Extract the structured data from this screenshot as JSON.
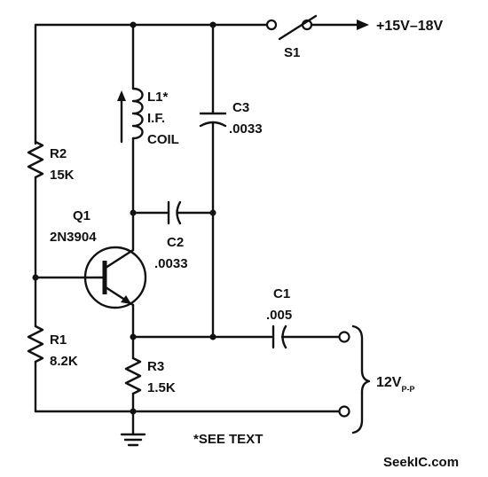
{
  "labels": {
    "supply": "+15V–18V",
    "s1": "S1",
    "l1_name": "L1*",
    "l1_type1": "I.F.",
    "l1_type2": "COIL",
    "c3_name": "C3",
    "c3_value": ".0033",
    "r2_name": "R2",
    "r2_value": "15K",
    "q1_name": "Q1",
    "q1_part": "2N3904",
    "c2_name": "C2",
    "c2_value": ".0033",
    "c1_name": "C1",
    "c1_value": ".005",
    "r1_name": "R1",
    "r1_value": "8.2K",
    "r3_name": "R3",
    "r3_value": "1.5K",
    "output_voltage": "12V",
    "output_sub": "P-P",
    "note": "*SEE TEXT",
    "watermark": "SeekIC.com"
  }
}
